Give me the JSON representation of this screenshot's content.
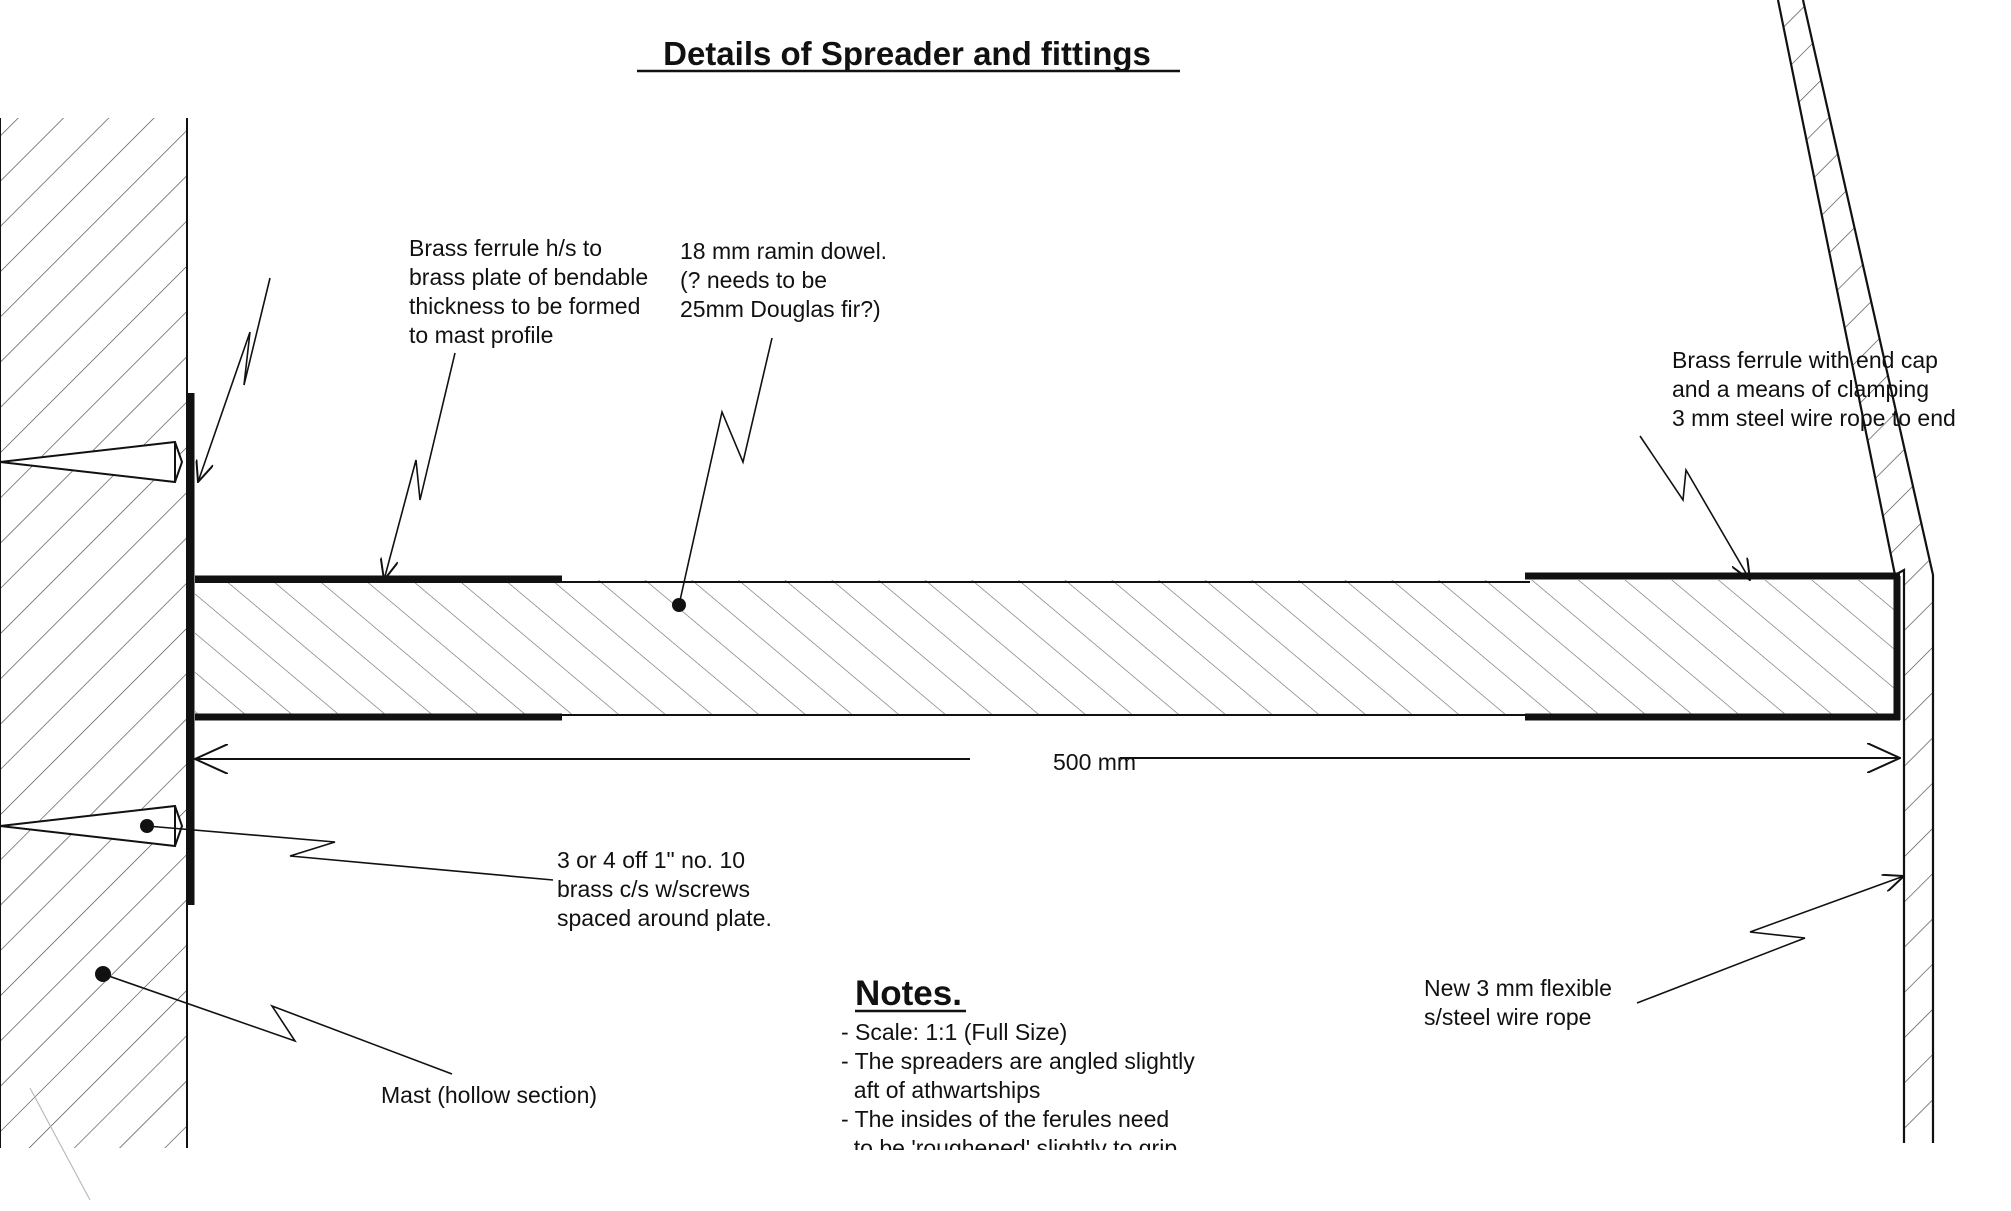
{
  "title": "Details of Spreader and fittings",
  "labels": {
    "plate_ferrule": [
      "Brass ferrule h/s to",
      "brass plate of bendable",
      "thickness to be formed",
      "to mast profile"
    ],
    "dowel": [
      "18 mm ramin dowel.",
      "(? needs to be",
      "25mm Douglas fir?)"
    ],
    "end_ferrule": [
      "Brass ferrule with end cap",
      "and a means of clamping",
      "3 mm steel wire rope to end"
    ],
    "screws": [
      "3 or 4 off 1\" no. 10",
      "brass c/s w/screws",
      "spaced around plate."
    ],
    "wire": [
      "New 3 mm flexible",
      "s/steel wire rope"
    ],
    "mast": "Mast (hollow section)"
  },
  "dimension": "500 mm",
  "notes": {
    "heading": "Notes.",
    "items": [
      "- Scale: 1:1 (Full Size)",
      "- The spreaders are angled slightly",
      "  aft of athwartships",
      "- The insides of the ferules need",
      "  to be 'roughened' slightly to grip"
    ]
  }
}
